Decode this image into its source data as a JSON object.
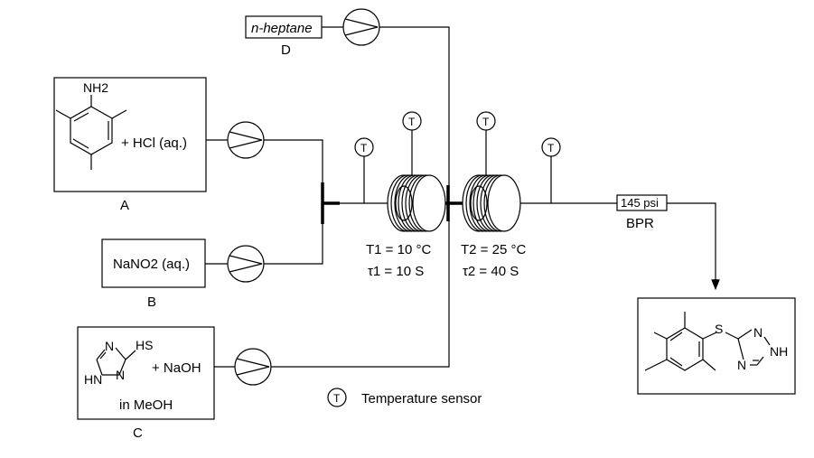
{
  "reagents": {
    "A": {
      "letter": "A",
      "amine_group": "NH2",
      "plus_reagent": "+ HCl (aq.)"
    },
    "B": {
      "letter": "B",
      "reagent": "NaNO2 (aq.)"
    },
    "C": {
      "letter": "C",
      "heterocycle_labels": [
        "N",
        "HS",
        "HN",
        "N"
      ],
      "plus_reagent": "+ NaOH",
      "solvent": "in MeOH"
    },
    "D": {
      "letter": "D",
      "reagent": "n-heptane"
    }
  },
  "sensor_symbol": "T",
  "reactors": [
    {
      "temperature": "T1 = 10 °C",
      "residence_time": "τ1 = 10 S"
    },
    {
      "temperature": "T2 = 25 °C",
      "residence_time": "τ2 = 40 S"
    }
  ],
  "bpr": {
    "pressure": "145 psi",
    "label": "BPR"
  },
  "product": {
    "labels": [
      "S",
      "N",
      "NH",
      "N"
    ]
  },
  "legend": {
    "symbol": "T",
    "text": "Temperature sensor"
  }
}
